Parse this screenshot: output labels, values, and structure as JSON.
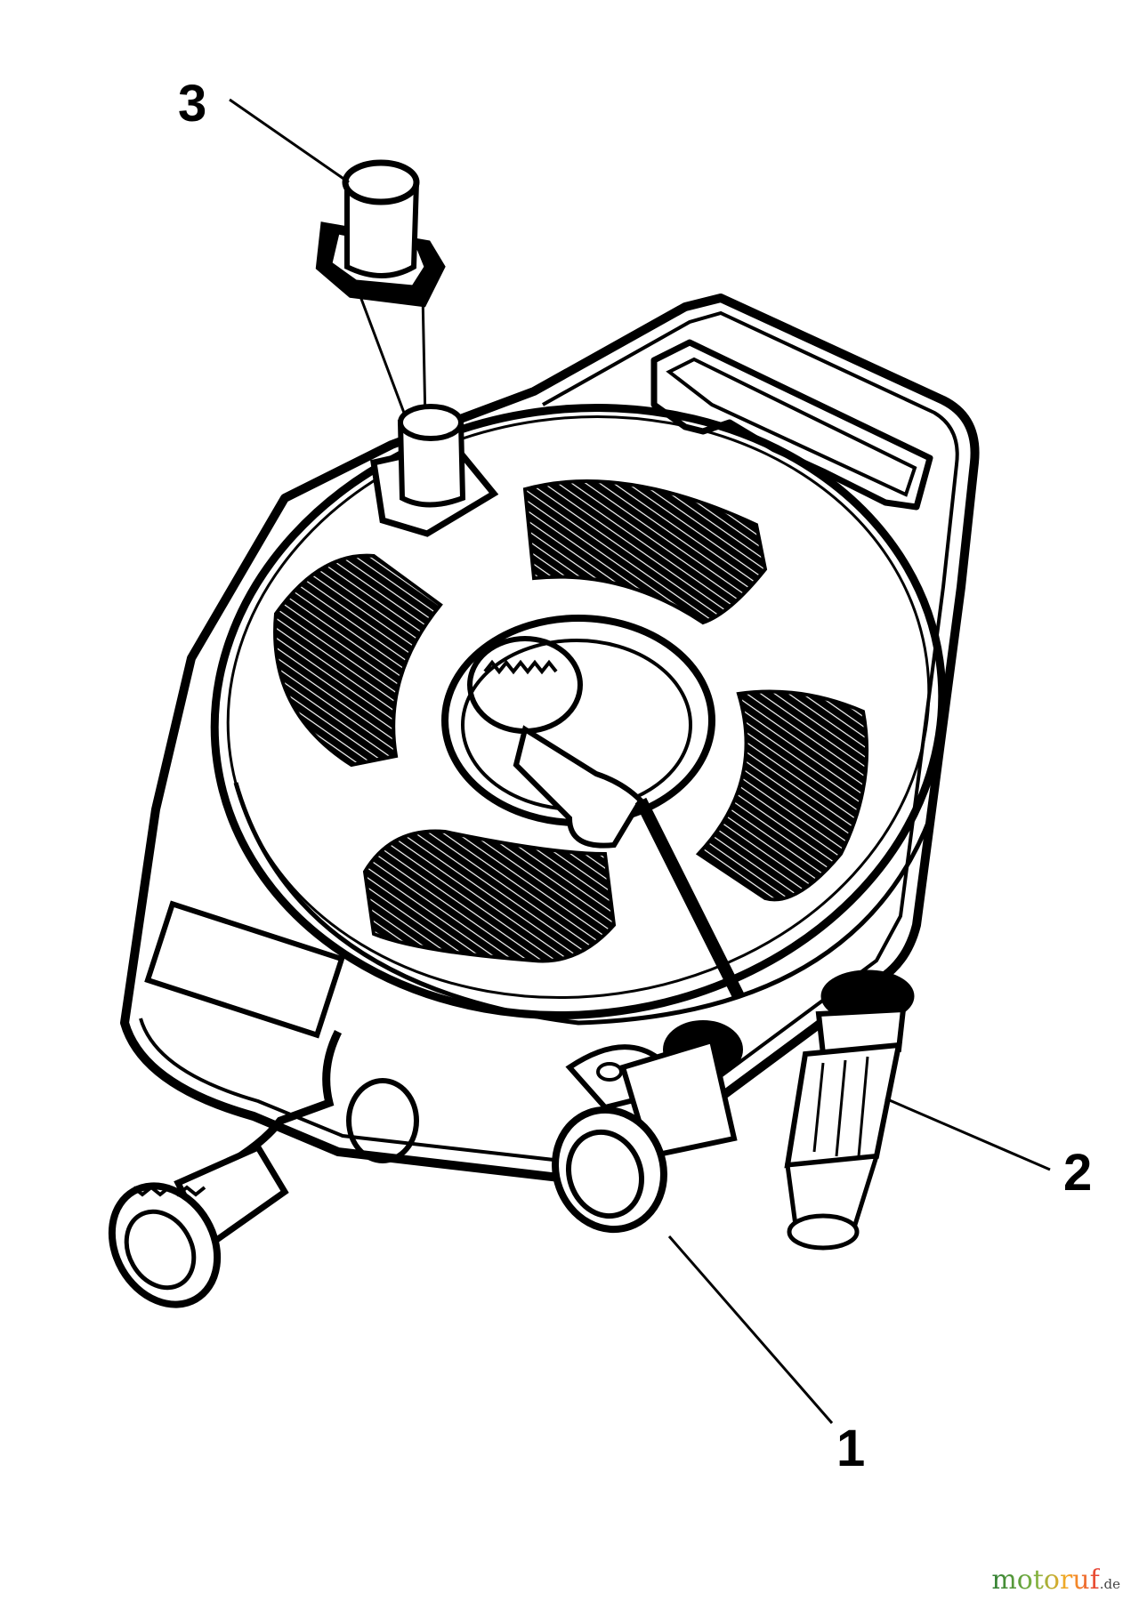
{
  "callouts": {
    "item_1": "1",
    "item_2": "2",
    "item_3": "3"
  },
  "watermark": {
    "brand": "motoruf",
    "tld": ".de"
  },
  "colors": {
    "ink": "#000000",
    "paper": "#ffffff"
  }
}
